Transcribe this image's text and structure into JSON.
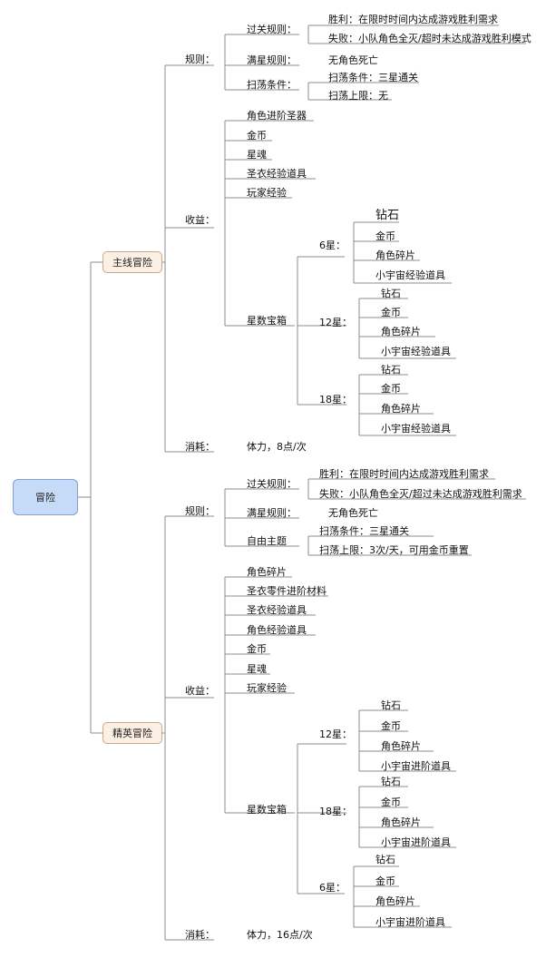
{
  "root": "冒险",
  "main": {
    "label": "主线冒险",
    "rules_label": "规则：",
    "clear_label": "过关规则：",
    "win": "胜利：在限时时间内达成游戏胜利需求",
    "lose": "失败：小队角色全灭/超时未达成游戏胜利模式",
    "full_star_label": "满星规则：",
    "full_star_value": "无角色死亡",
    "sweep_label": "扫荡条件：",
    "sweep_cond": "扫荡条件：三星通关",
    "sweep_limit": "扫荡上限：无",
    "gain_label": "收益：",
    "gains": [
      "角色进阶圣器",
      "金币",
      "星魂",
      "圣衣经验道具",
      "玩家经验"
    ],
    "chest_label": "星数宝箱",
    "chests": [
      {
        "label": "6星：",
        "items": [
          "钻石",
          "金币",
          "角色碎片",
          "小宇宙经验道具"
        ]
      },
      {
        "label": "12星：",
        "items": [
          "钻石",
          "金币",
          "角色碎片",
          "小宇宙经验道具"
        ]
      },
      {
        "label": "18星：",
        "items": [
          "钻石",
          "金币",
          "角色碎片",
          "小宇宙经验道具"
        ]
      }
    ],
    "cost_label": "消耗：",
    "cost_value": "体力，8点/次"
  },
  "elite": {
    "label": "精英冒险",
    "rules_label": "规则：",
    "clear_label": "过关规则：",
    "win": "胜利：在限时时间内达成游戏胜利需求",
    "lose": "失败：小队角色全灭/超过未达成游戏胜利需求",
    "full_star_label": "满星规则：",
    "full_star_value": "无角色死亡",
    "free_label": "自由主题",
    "sweep_cond": "扫荡条件：三星通关",
    "sweep_limit": "扫荡上限：3次/天，可用金币重置",
    "gain_label": "收益：",
    "gains": [
      "角色碎片",
      "圣衣零件进阶材料",
      "圣衣经验道具",
      "角色经验道具",
      "金币",
      "星魂",
      "玩家经验"
    ],
    "chest_label": "星数宝箱",
    "chests": [
      {
        "label": "12星：",
        "items": [
          "钻石",
          "金币",
          "角色碎片",
          "小宇宙进阶道具"
        ]
      },
      {
        "label": "18星：",
        "items": [
          "钻石",
          "金币",
          "角色碎片",
          "小宇宙进阶道具"
        ]
      },
      {
        "label": "6星：",
        "items": [
          "钻石",
          "金币",
          "角色碎片",
          "小宇宙进阶道具"
        ]
      }
    ],
    "cost_label": "消耗：",
    "cost_value": "体力，16点/次"
  },
  "colors": {
    "line": "#8c8c8c",
    "root_fill": "#c6dbf7",
    "branch_fill": "#fcefe4"
  }
}
